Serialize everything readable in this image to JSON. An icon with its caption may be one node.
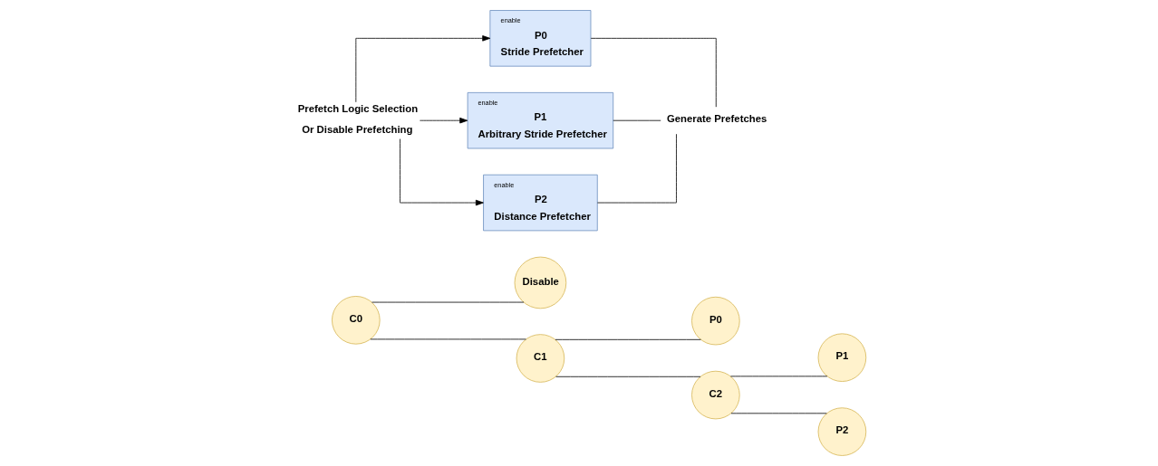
{
  "diagram": {
    "nodes": [
      {
        "text": [
          "C0"
        ]
      },
      {
        "text": [
          "Disable"
        ]
      },
      {
        "text": [
          "C1"
        ]
      },
      {
        "text": [
          "P0"
        ]
      },
      {
        "text": [
          "C2"
        ]
      },
      {
        "text": [
          "P1"
        ]
      },
      {
        "text": [
          "P2"
        ]
      },
      {
        "text": [
          "Prefetch Logic Selection",
          "Or Disable Prefetching"
        ]
      },
      {
        "text": [
          "enable",
          "P0",
          "Stride Prefetcher"
        ]
      },
      {
        "text": [
          "enable",
          "P1",
          "Arbitrary Stride Prefetcher"
        ]
      },
      {
        "text": [
          "enable",
          "P2",
          "Distance Prefetcher"
        ]
      },
      {
        "text": [
          "Generate Prefetches"
        ]
      }
    ],
    "edges": [
      {
        "from": 0,
        "to": 1,
        "arrow": "none"
      },
      {
        "from": 0,
        "to": 2,
        "arrow": "none"
      },
      {
        "from": 2,
        "to": 3,
        "arrow": "none"
      },
      {
        "from": 2,
        "to": 4,
        "arrow": "none"
      },
      {
        "from": 4,
        "to": 5,
        "arrow": "none"
      },
      {
        "from": 4,
        "to": 6,
        "arrow": "none"
      },
      {
        "from": 7,
        "to": 8,
        "arrow": "to"
      },
      {
        "from": 7,
        "to": 9,
        "arrow": "to"
      },
      {
        "from": 7,
        "to": 10,
        "arrow": "to"
      },
      {
        "from": 8,
        "to": 11,
        "arrow": "none"
      },
      {
        "from": 9,
        "to": 11,
        "arrow": "none"
      },
      {
        "from": 10,
        "to": 11,
        "arrow": "none"
      }
    ]
  }
}
